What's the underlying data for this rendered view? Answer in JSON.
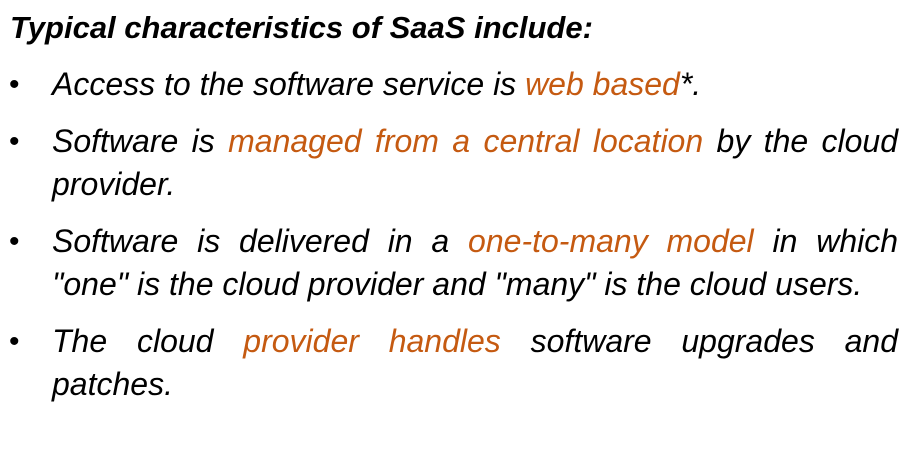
{
  "heading": "Typical characteristics of SaaS include:",
  "bullet_symbol": "•",
  "colors": {
    "text": "#000000",
    "highlight": "#c55a11"
  },
  "bullets": [
    {
      "before": "Access to the software service is ",
      "highlight": "web based",
      "after": "*."
    },
    {
      "before": "Software is ",
      "highlight": "managed from a central location",
      "after": " by the cloud provider."
    },
    {
      "before": "Software is delivered in a ",
      "highlight": "one-to-many model",
      "after": " in which \"one\" is the cloud provider and \"many\" is the cloud users."
    },
    {
      "before": "The cloud ",
      "highlight": "provider handles",
      "after": " software upgrades and patches."
    }
  ]
}
